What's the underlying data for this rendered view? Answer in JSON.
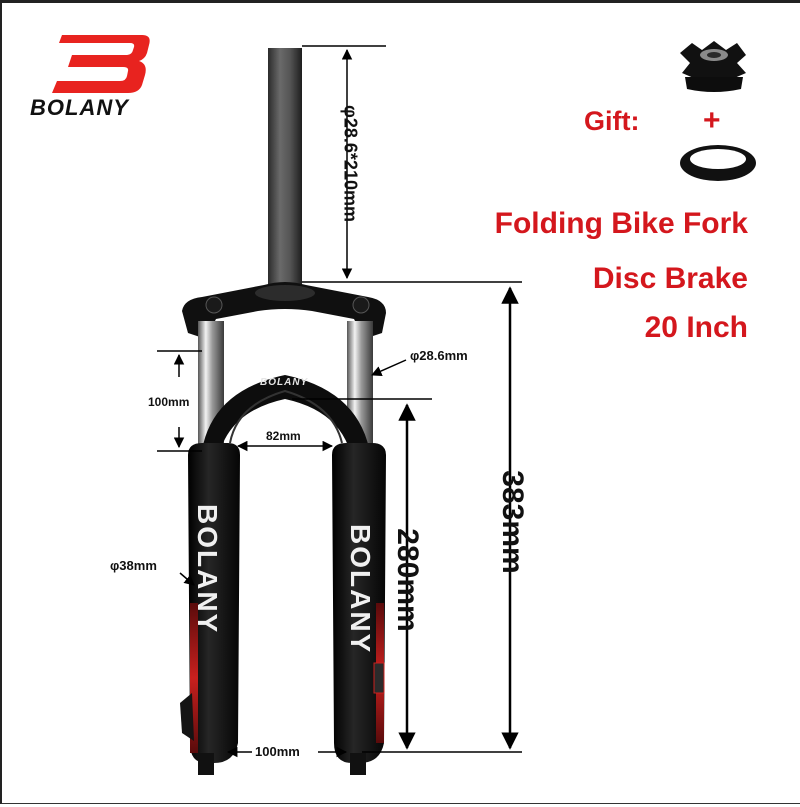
{
  "brand": {
    "name": "BOLANY",
    "logo_color": "#e8231f"
  },
  "gift": {
    "label": "Gift:",
    "plus": "+"
  },
  "product": {
    "title_line_1": "Folding Bike Fork",
    "title_line_2": "Disc Brake",
    "title_line_3": "20 Inch"
  },
  "dimensions": {
    "steerer": "φ28.6*210mm",
    "stanchion_diameter": "φ28.6mm",
    "travel": "100mm",
    "crown_width": "82mm",
    "lower_diameter": "φ38mm",
    "total_length": "383mm",
    "axle_to_crown": "280mm",
    "hub_spacing": "100mm"
  },
  "fork": {
    "arch_text": "BOLANY",
    "leg_text": "BOLANY"
  },
  "colors": {
    "accent_red": "#d4171d",
    "fork_black": "#0d0d0d"
  }
}
